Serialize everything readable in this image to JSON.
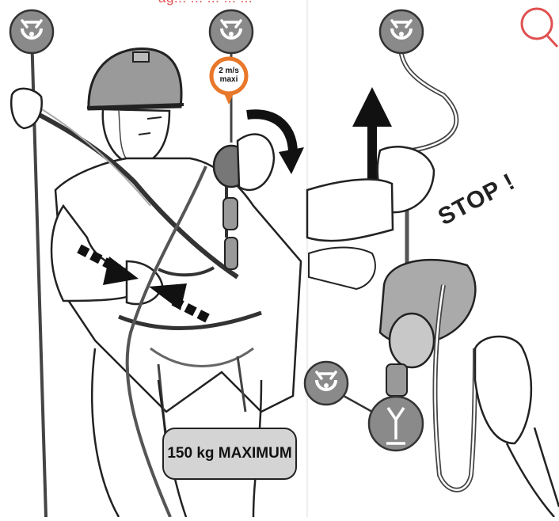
{
  "caption": {
    "text": "ag... ... ... ... ..."
  },
  "speed_label": {
    "line1": "2 m/s",
    "line2": "maxi"
  },
  "weight_label": {
    "text": "150 kg MAXIMUM"
  },
  "stop_label": {
    "text": "STOP !"
  },
  "colors": {
    "anchor": "#8a8a8a",
    "speed_badge": "#e8782a",
    "accent": "#e05050"
  },
  "icons": [
    "anchor-icon",
    "search-icon",
    "up-arrow-icon",
    "press-arrow-icon"
  ]
}
